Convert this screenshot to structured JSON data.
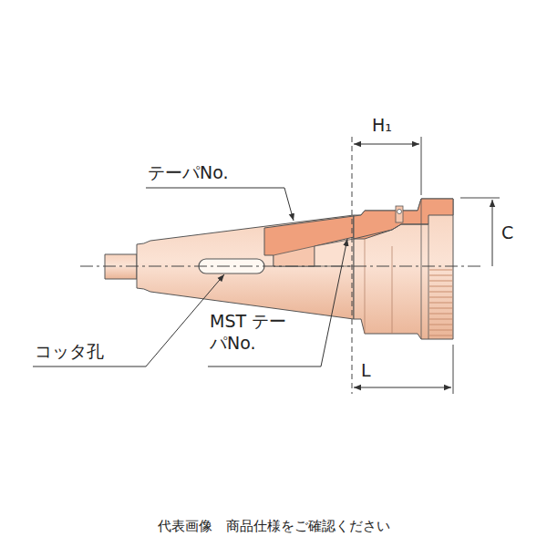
{
  "diagram": {
    "caption": "代表画像　商品仕様をご確認ください",
    "labels": [
      "H₁",
      "テーパNo.",
      "C",
      "MST テーパNo.",
      "コッタ孔",
      "L"
    ]
  }
}
